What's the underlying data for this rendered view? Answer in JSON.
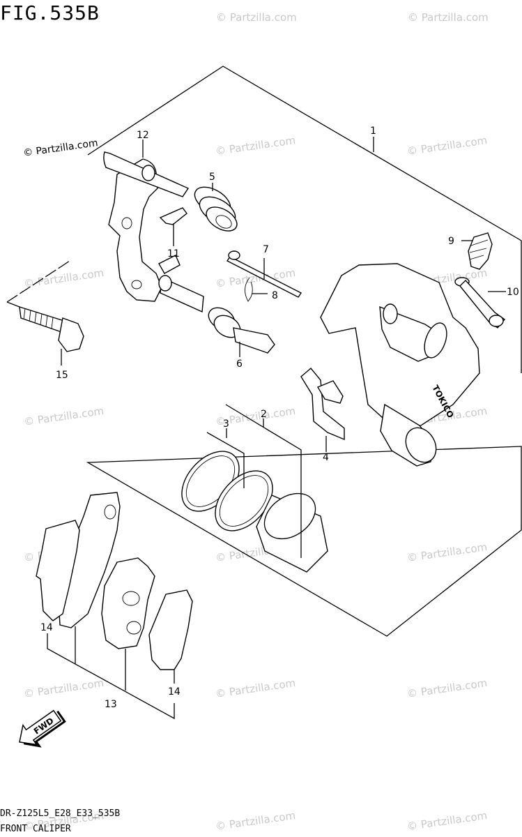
{
  "figure_title": "FIG.535B",
  "watermark": "© Partzilla.com",
  "footer": {
    "model_code": "DR-Z125L5_E28_E33_535B",
    "section_name": "FRONT CALIPER"
  },
  "direction_arrow": "FWD",
  "caliper_brand": "TOKICO",
  "callouts": {
    "c1": "1",
    "c2": "2",
    "c3": "3",
    "c4": "4",
    "c5": "5",
    "c6": "6",
    "c7": "7",
    "c8": "8",
    "c9": "9",
    "c10": "10",
    "c11": "11",
    "c12": "12",
    "c13": "13",
    "c14a": "14",
    "c14b": "14",
    "c15": "15"
  }
}
